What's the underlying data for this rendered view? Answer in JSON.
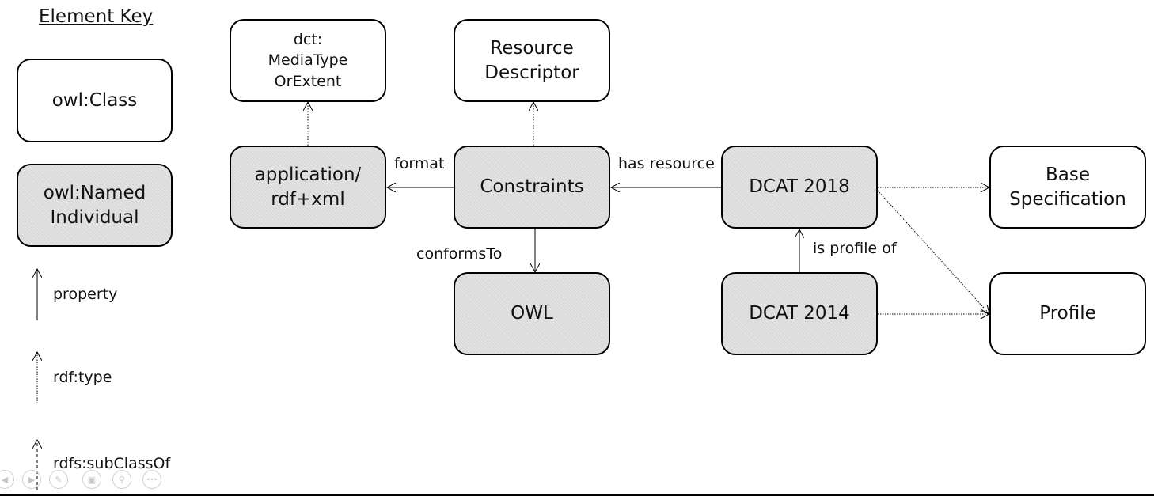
{
  "element_key": {
    "title": "Element Key",
    "class_label": "owl:Class",
    "individual_label": "owl:Named\nIndividual",
    "property_label": "property",
    "type_label": "rdf:type",
    "subclass_label": "rdfs:subClassOf"
  },
  "nodes": {
    "media_type": "dct:\nMediaType\nOrExtent",
    "resource_descriptor": "Resource\nDescriptor",
    "application_rdf": "application/\nrdf+xml",
    "constraints": "Constraints",
    "dcat_2018": "DCAT 2018",
    "base_specification": "Base\nSpecification",
    "owl": "OWL",
    "dcat_2014": "DCAT 2014",
    "profile": "Profile"
  },
  "edges": {
    "format": "format",
    "has_resource": "has resource",
    "conforms_to": "conformsTo",
    "is_profile_of": "is profile of"
  },
  "nav": {
    "prev_icon": "◀",
    "next_icon": "▶",
    "pen_icon": "✎",
    "slides_icon": "▣",
    "zoom_icon": "⚲",
    "more_icon": "•••"
  }
}
